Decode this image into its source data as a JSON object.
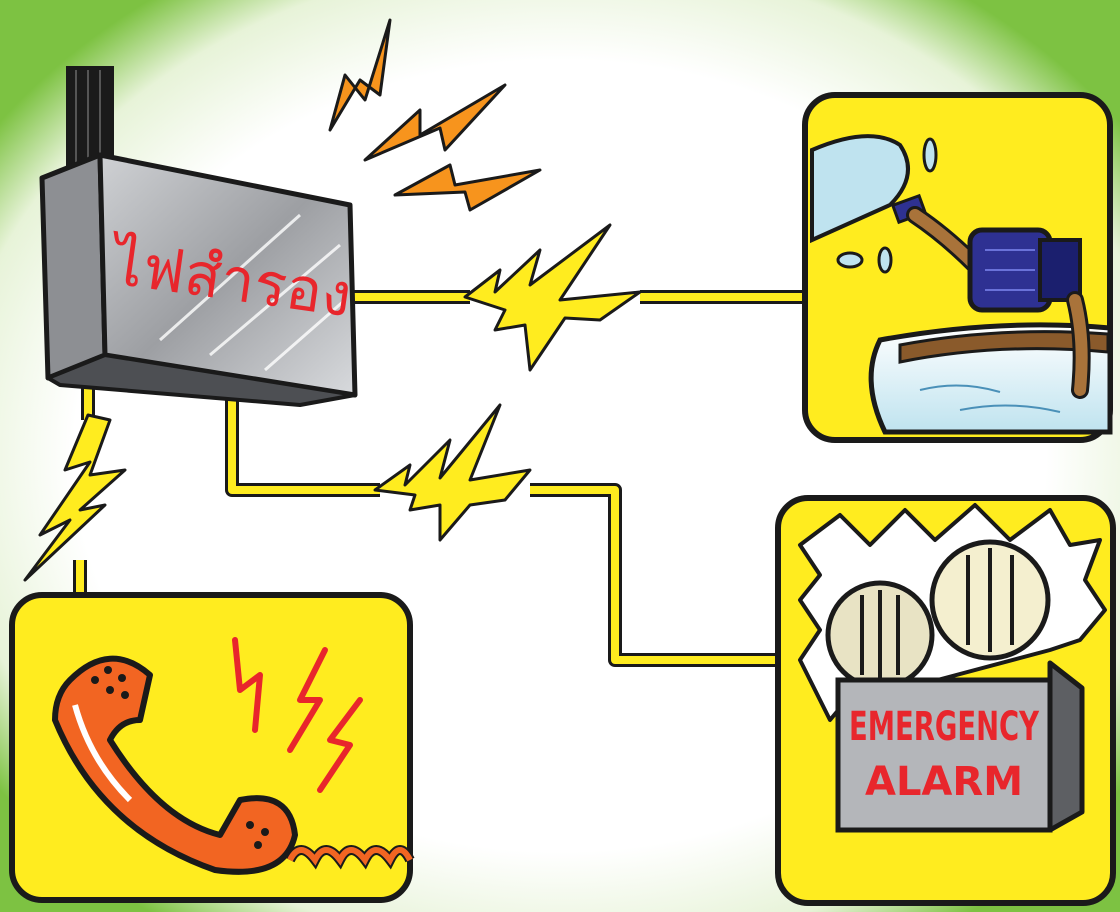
{
  "backup_box": {
    "label": "ไฟสำรอง"
  },
  "alarm_sign": {
    "line1": "EMERGENCY",
    "line2": "ALARM"
  },
  "colors": {
    "background_green": "#7dc242",
    "panel_yellow": "#ffec1f",
    "wire_yellow": "#ffec1f",
    "spark_orange": "#f7941d",
    "phone_orange": "#f26522",
    "text_red": "#e8262c",
    "pump_blue": "#2e3192"
  },
  "icons": [
    "backup-power-box-icon",
    "water-pump-icon",
    "emergency-light-icon",
    "telephone-icon",
    "lightning-bolt-icon"
  ]
}
